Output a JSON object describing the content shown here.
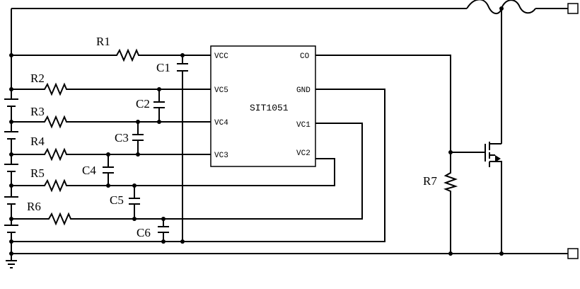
{
  "ic": {
    "name": "SIT1051",
    "pins_left": [
      "VCC",
      "VC5",
      "VC4",
      "VC3"
    ],
    "pins_right": [
      "CO",
      "GND",
      "VC1",
      "VC2"
    ]
  },
  "resistors": [
    "R1",
    "R2",
    "R3",
    "R4",
    "R5",
    "R6",
    "R7"
  ],
  "capacitors": [
    "C1",
    "C2",
    "C3",
    "C4",
    "C5",
    "C6"
  ]
}
